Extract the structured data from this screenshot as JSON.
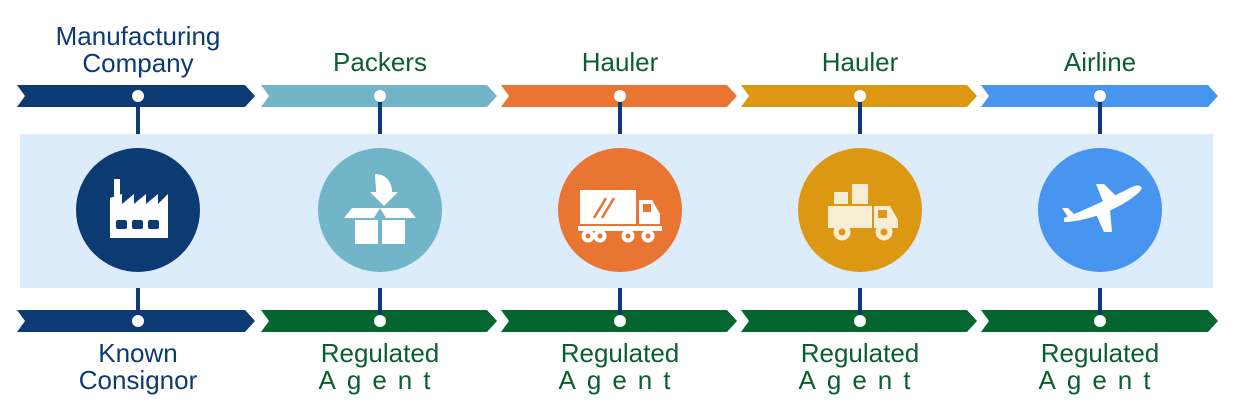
{
  "colors": {
    "navy": "#0c3b73",
    "teal": "#72b4c8",
    "orange": "#e87532",
    "gold": "#dc9812",
    "blue": "#4795ee",
    "green": "#06662f",
    "band": "#dcecfb",
    "label_green": "#0a5f31"
  },
  "stages": [
    {
      "top_label": [
        "Manufacturing",
        "Company"
      ],
      "bottom_label": [
        "Known",
        "Consignor"
      ],
      "icon": "factory-icon",
      "color": "#0c3b73",
      "bottom_color": "#0c3b73",
      "top_text_color": "#0c3b73",
      "bottom_text_color": "#0c3b73"
    },
    {
      "top_label": [
        "Packers"
      ],
      "bottom_label": [
        "Regulated",
        "Agent"
      ],
      "icon": "package-box-icon",
      "color": "#72b4c8",
      "bottom_color": "#06662f",
      "top_text_color": "#0a5f31",
      "bottom_text_color": "#0a5f31"
    },
    {
      "top_label": [
        "Hauler"
      ],
      "bottom_label": [
        "Regulated",
        "Agent"
      ],
      "icon": "truck-icon",
      "color": "#e87532",
      "bottom_color": "#06662f",
      "top_text_color": "#0a5f31",
      "bottom_text_color": "#0a5f31"
    },
    {
      "top_label": [
        "Hauler"
      ],
      "bottom_label": [
        "Regulated",
        "Agent"
      ],
      "icon": "delivery-truck-icon",
      "color": "#dc9812",
      "bottom_color": "#06662f",
      "top_text_color": "#0a5f31",
      "bottom_text_color": "#0a5f31"
    },
    {
      "top_label": [
        "Airline"
      ],
      "bottom_label": [
        "Regulated",
        "Agent"
      ],
      "icon": "airplane-icon",
      "color": "#4795ee",
      "bottom_color": "#06662f",
      "top_text_color": "#0a5f31",
      "bottom_text_color": "#0a5f31"
    }
  ]
}
